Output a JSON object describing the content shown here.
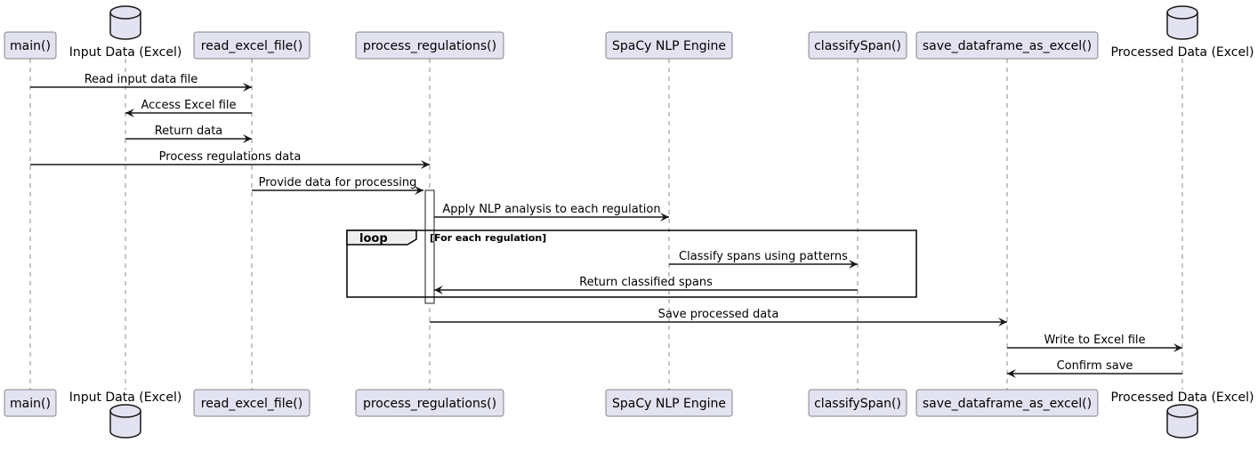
{
  "participants": [
    {
      "id": "main",
      "label": "main()",
      "kind": "box"
    },
    {
      "id": "input",
      "label": "Input Data (Excel)",
      "kind": "database"
    },
    {
      "id": "read",
      "label": "read_excel_file()",
      "kind": "box"
    },
    {
      "id": "proc",
      "label": "process_regulations()",
      "kind": "box"
    },
    {
      "id": "spacy",
      "label": "SpaCy NLP Engine",
      "kind": "box"
    },
    {
      "id": "classify",
      "label": "classifySpan()",
      "kind": "box"
    },
    {
      "id": "save",
      "label": "save_dataframe_as_excel()",
      "kind": "box"
    },
    {
      "id": "output",
      "label": "Processed Data (Excel)",
      "kind": "database"
    }
  ],
  "messages": [
    {
      "from": "main",
      "to": "read",
      "label": "Read input data file"
    },
    {
      "from": "read",
      "to": "input",
      "label": "Access Excel file"
    },
    {
      "from": "input",
      "to": "read",
      "label": "Return data"
    },
    {
      "from": "main",
      "to": "proc",
      "label": "Process regulations data"
    },
    {
      "from": "read",
      "to": "proc",
      "label": "Provide data for processing"
    },
    {
      "from": "proc",
      "to": "spacy",
      "label": "Apply NLP analysis to each regulation"
    },
    {
      "from": "spacy",
      "to": "classify",
      "label": "Classify spans using patterns"
    },
    {
      "from": "classify",
      "to": "proc",
      "label": "Return classified spans"
    },
    {
      "from": "proc",
      "to": "save",
      "label": "Save processed data"
    },
    {
      "from": "save",
      "to": "output",
      "label": "Write to Excel file"
    },
    {
      "from": "output",
      "to": "save",
      "label": "Confirm save"
    }
  ],
  "loop": {
    "keyword": "loop",
    "guard": "[For each regulation]"
  },
  "colors": {
    "participant_fill": "#e2e2f0",
    "participant_border": "#181818",
    "lifeline": "#181818",
    "arrow": "#181818",
    "activation_fill": "#ffffff",
    "loop_header_fill": "#eeeeee"
  }
}
